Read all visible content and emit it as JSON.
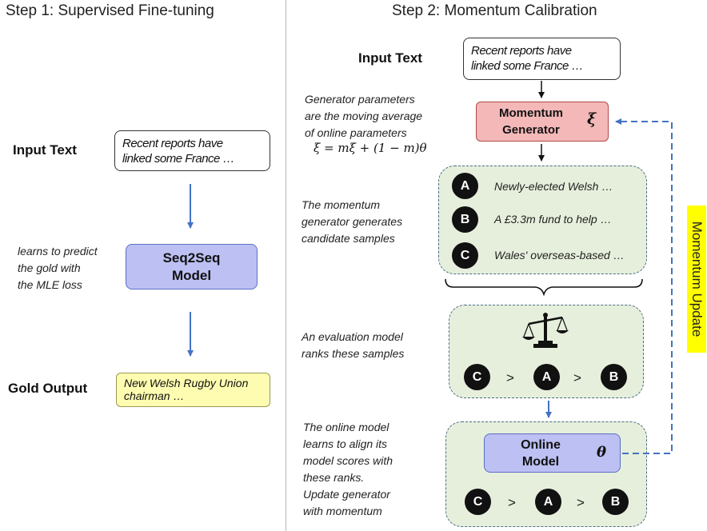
{
  "step1": {
    "title": "Step 1:  Supervised Fine-tuning",
    "input_label": "Input Text",
    "input_text": [
      "Recent reports have",
      "linked some France …"
    ],
    "learn_note": [
      "learns to predict",
      "the gold with",
      "the MLE loss"
    ],
    "model_label": [
      "Seq2Seq",
      "Model"
    ],
    "gold_label": "Gold Output",
    "gold_text": [
      "New Welsh Rugby Union",
      "chairman …"
    ]
  },
  "step2": {
    "title": "Step 2:  Momentum Calibration",
    "input_label": "Input Text",
    "input_text": [
      "Recent reports have",
      "linked some France …"
    ],
    "generator_note": [
      "Generator parameters",
      "are the moving average",
      "of online parameters"
    ],
    "formula": "ξ = mξ + (1 − m)θ",
    "generator_label": [
      "Momentum",
      "Generator"
    ],
    "generator_symbol": "ξ",
    "candidates_note": [
      "The momentum",
      "generator generates",
      "candidate samples"
    ],
    "candidates": [
      {
        "letter": "A",
        "text": "Newly-elected Welsh …"
      },
      {
        "letter": "B",
        "text": "A £3.3m fund to help …"
      },
      {
        "letter": "C",
        "text": "Wales' overseas-based …"
      }
    ],
    "eval_note": [
      "An evaluation model",
      "ranks these samples"
    ],
    "ranking": [
      "C",
      ">",
      "A",
      ">",
      "B"
    ],
    "online_note": [
      "The online model",
      "learns to align its",
      "model scores with",
      "these ranks.",
      "Update generator",
      "with momentum"
    ],
    "online_label": [
      "Online",
      "Model"
    ],
    "online_symbol": "θ",
    "momentum_update": "Momentum Update"
  },
  "colors": {
    "arrow_blue": "#4472c4",
    "model_fill": "#bcc0f2",
    "generator_fill": "#f4b8b8",
    "gold_fill": "#fdfcb0",
    "panel_fill": "#e6efdc",
    "label_highlight": "#ffff00"
  }
}
